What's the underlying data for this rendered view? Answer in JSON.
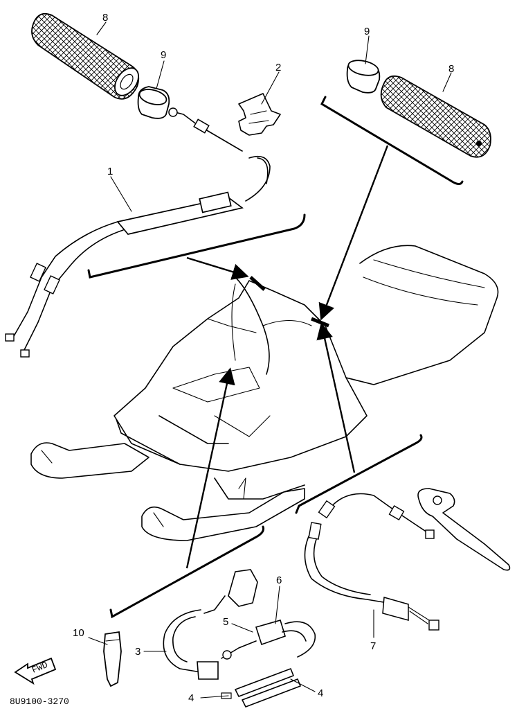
{
  "callouts": {
    "c1": "1",
    "c2": "2",
    "c3": "3",
    "c4a": "4",
    "c4b": "4",
    "c5": "5",
    "c6": "6",
    "c7": "7",
    "c8a": "8",
    "c8b": "8",
    "c9a": "9",
    "c9b": "9",
    "c10": "10"
  },
  "fwd_label": "FWD",
  "part_number": "8U9100-3270"
}
